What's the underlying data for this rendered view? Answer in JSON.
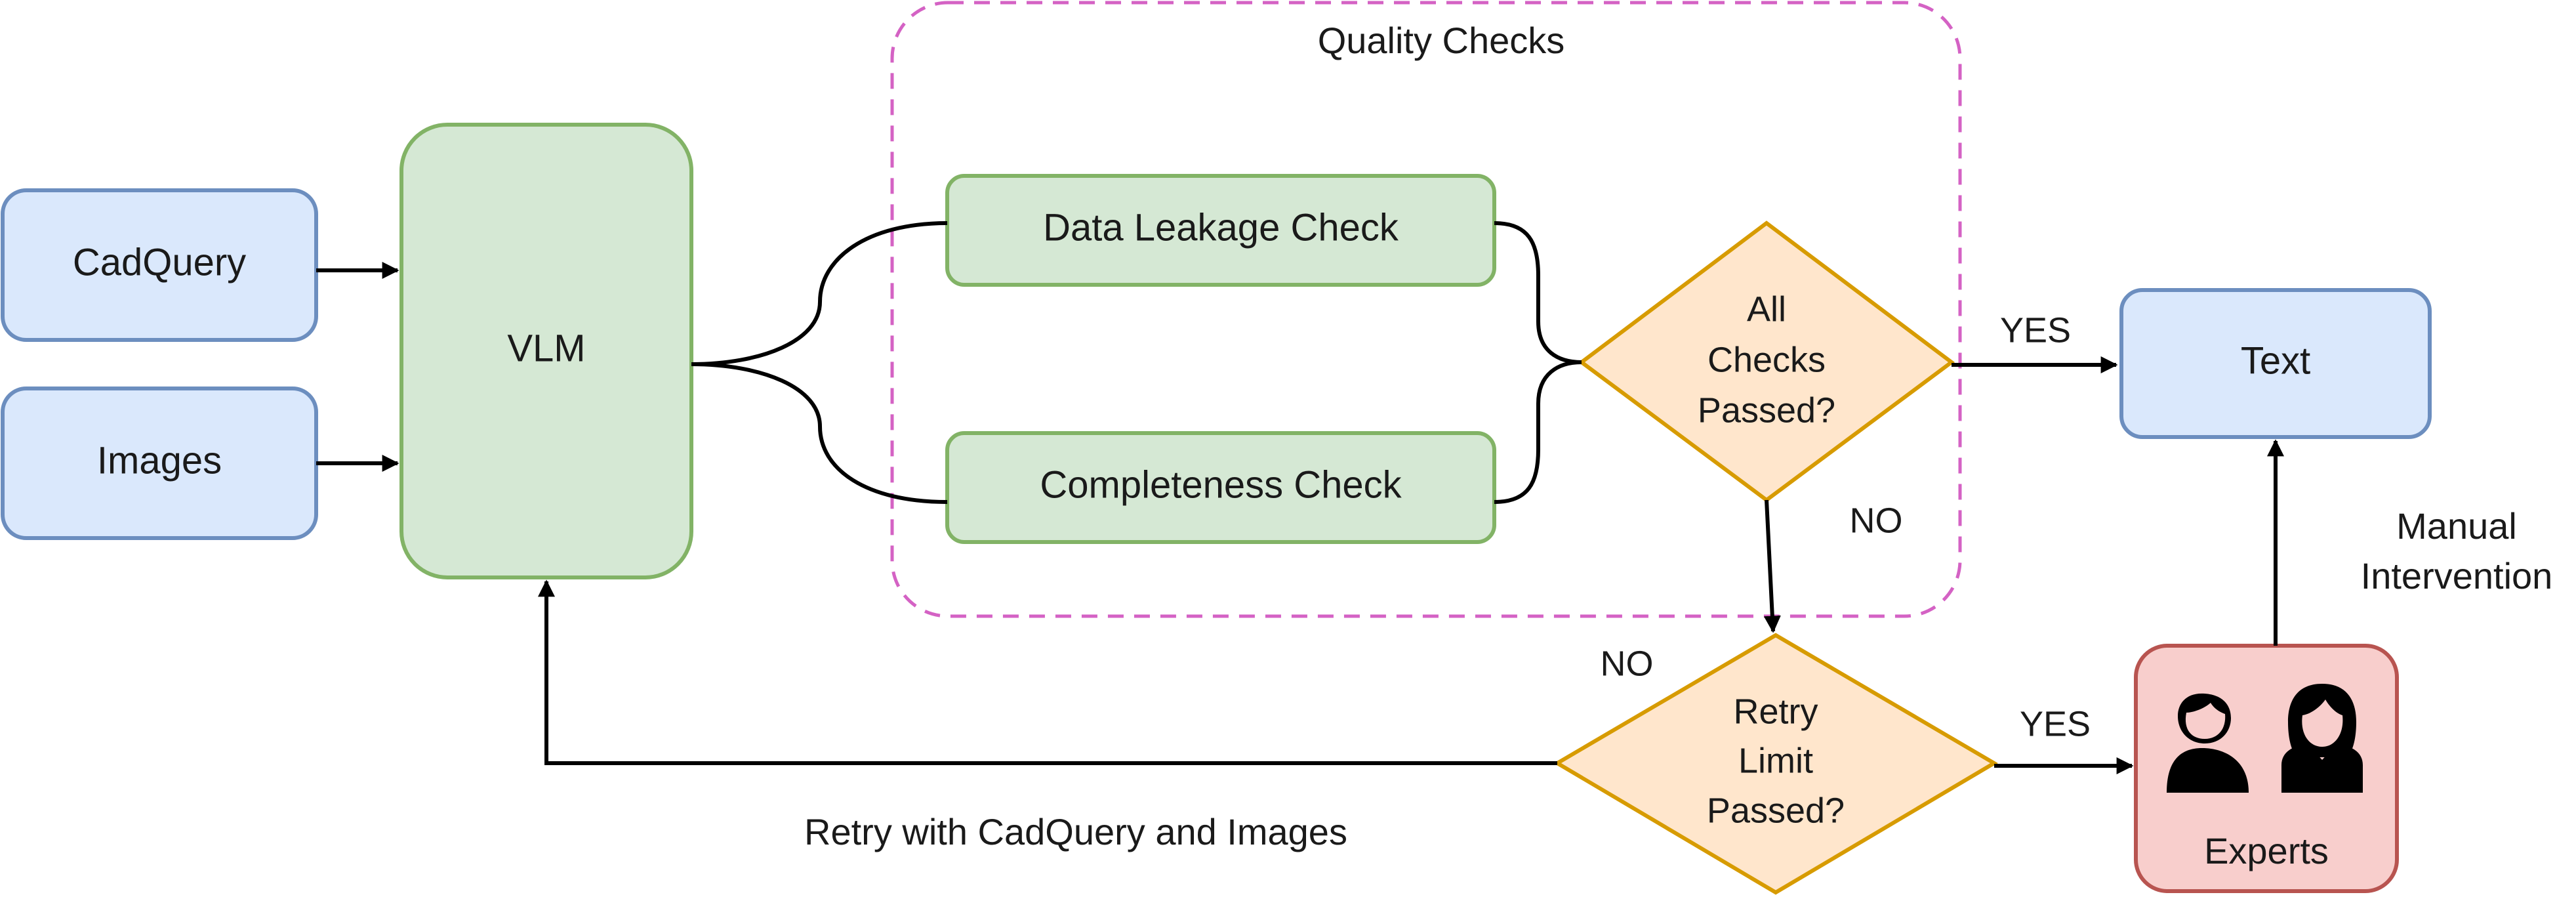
{
  "diagram": {
    "group": {
      "title": "Quality Checks"
    },
    "nodes": {
      "cadquery": "CadQuery",
      "images": "Images",
      "vlm": "VLM",
      "data_leakage": "Data Leakage Check",
      "completeness": "Completeness Check",
      "all_checks": [
        "All",
        "Checks",
        "Passed?"
      ],
      "retry_limit": [
        "Retry",
        "Limit",
        "Passed?"
      ],
      "text": "Text",
      "experts": "Experts"
    },
    "edge_labels": {
      "checks_yes": "YES",
      "checks_no": "NO",
      "retry_yes": "YES",
      "retry_no": "NO",
      "retry_path": "Retry with CadQuery and Images",
      "manual": [
        "Manual",
        "Intervention"
      ]
    },
    "colors": {
      "blue_fill": "#dae8fc",
      "blue_stroke": "#6c8ebf",
      "green_fill": "#d5e8d4",
      "green_stroke": "#82b366",
      "orange_fill": "#ffe6cc",
      "orange_stroke": "#d79b00",
      "red_fill": "#f8cecc",
      "red_stroke": "#b85450",
      "group_stroke": "#d462c4"
    },
    "icons": [
      "person-icon",
      "woman-icon"
    ]
  }
}
